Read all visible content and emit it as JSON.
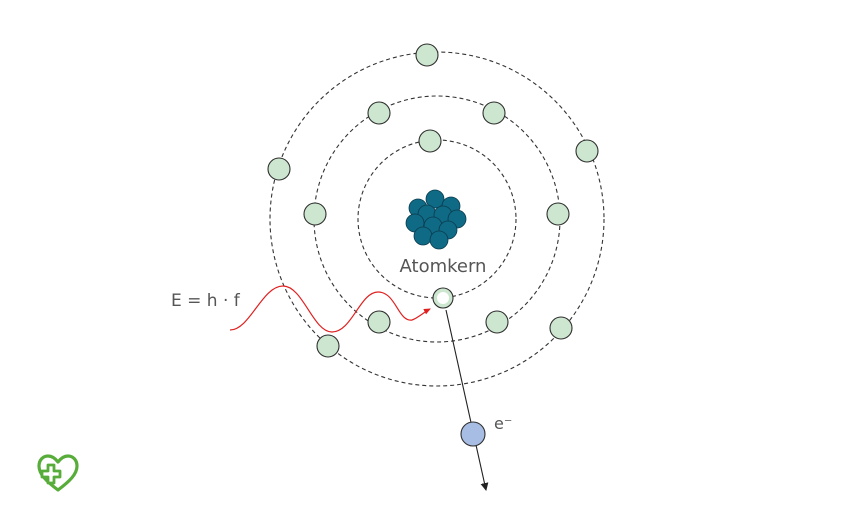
{
  "labels": {
    "nucleus": "Atomkern",
    "photon_energy": "E = h · f",
    "free_electron": "e⁻"
  },
  "icons": {
    "logo": "heart-cross-logo-icon"
  },
  "colors": {
    "electron_fill": "#cde6cf",
    "free_electron_fill": "#a8bde3",
    "nucleon_fill": "#0f6a85",
    "photon_wave": "#e02020",
    "orbit_stroke": "#333333",
    "logo": "#58ad3a"
  }
}
